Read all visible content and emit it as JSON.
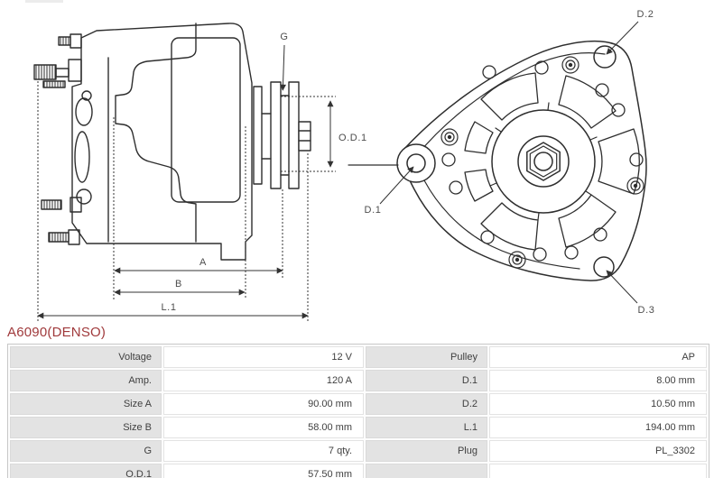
{
  "title": "A6090(DENSO)",
  "colors": {
    "accent": "#a03a3c",
    "line": "#2e2e2e",
    "dim_line": "#333333",
    "label_cell_bg": "#e3e3e3",
    "table_border": "#c7c7c7",
    "text": "#3f3f3f"
  },
  "diagram": {
    "side_labels": {
      "g": "G",
      "od1": "O.D.1",
      "a": "A",
      "b": "B",
      "l1": "L.1"
    },
    "front_labels": {
      "d1": "D.1",
      "d2": "D.2",
      "d3": "D.3"
    }
  },
  "specs": {
    "left": [
      {
        "label": "Voltage",
        "value": "12 V"
      },
      {
        "label": "Amp.",
        "value": "120 A"
      },
      {
        "label": "Size A",
        "value": "90.00 mm"
      },
      {
        "label": "Size B",
        "value": "58.00 mm"
      },
      {
        "label": "G",
        "value": "7 qty."
      },
      {
        "label": "O.D.1",
        "value": "57.50 mm"
      }
    ],
    "right": [
      {
        "label": "Pulley",
        "value": "AP"
      },
      {
        "label": "D.1",
        "value": "8.00 mm"
      },
      {
        "label": "D.2",
        "value": "10.50 mm"
      },
      {
        "label": "L.1",
        "value": "194.00 mm"
      },
      {
        "label": "Plug",
        "value": "PL_3302"
      },
      {
        "label": "",
        "value": ""
      }
    ]
  }
}
